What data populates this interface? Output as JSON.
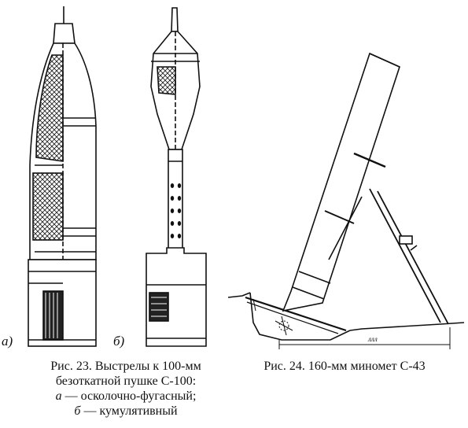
{
  "figures": {
    "fig23": {
      "label_a": "а)",
      "label_b": "б)",
      "caption_line1": "Рис. 23. Выстрелы к 100-мм",
      "caption_line2": "безоткатной пушке С-100:",
      "caption_line3_letter": "а",
      "caption_line3_text": " — осколочно-фугасный;",
      "caption_line4_letter": "б",
      "caption_line4_text": " — кумулятивный"
    },
    "fig24": {
      "caption": "Рис. 24. 160-мм миномет С-43",
      "dimension_mark": "ллл"
    }
  }
}
